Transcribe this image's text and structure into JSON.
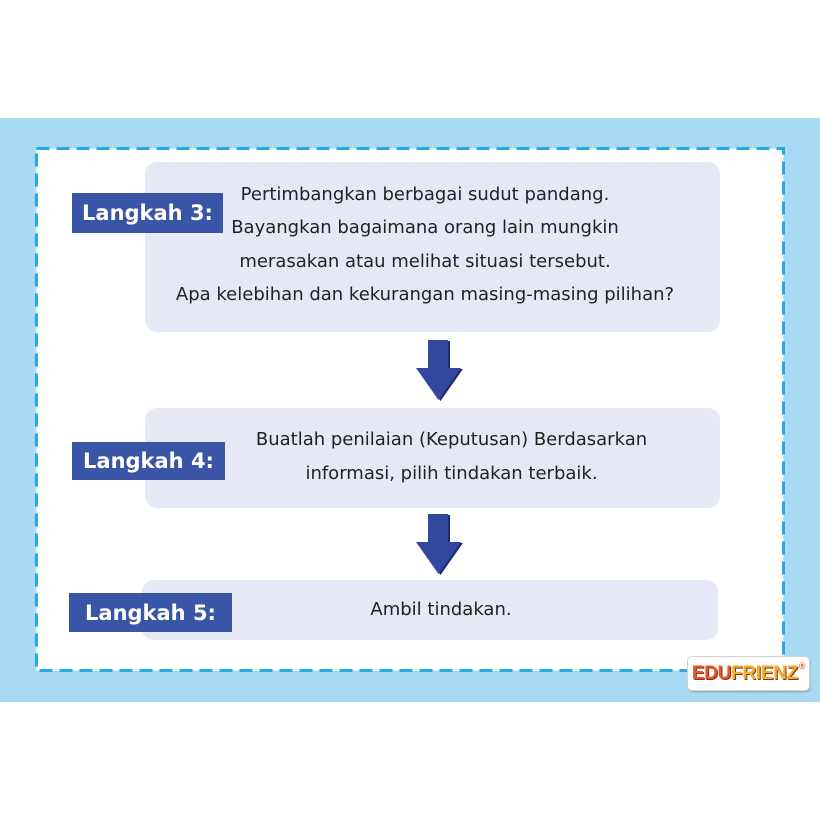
{
  "colors": {
    "band": "#a8daf3",
    "frame": "#2aa8e1",
    "box": "#e6e9f5",
    "label": "#3a55a6",
    "arrow": "#33479f",
    "arrow_shade": "#1d2b74",
    "text": "#222222",
    "logo_primary": "#e8532b",
    "logo_secondary": "#f6ad2c"
  },
  "icons": {
    "arrow": "arrow-down-icon"
  },
  "steps": [
    {
      "label": "Langkah 3:",
      "lines": [
        "Pertimbangkan berbagai sudut pandang.",
        "Bayangkan bagaimana orang lain mungkin",
        "merasakan atau melihat situasi tersebut.",
        "Apa kelebihan dan kekurangan masing-masing pilihan?"
      ]
    },
    {
      "label": "Langkah 4:",
      "lines": [
        "Buatlah penilaian (Keputusan) Berdasarkan",
        "informasi, pilih tindakan terbaik."
      ]
    },
    {
      "label": "Langkah 5:",
      "lines": [
        "Ambil tindakan."
      ]
    }
  ],
  "logo": {
    "part1": "EDU",
    "part2": "FRIENZ",
    "mark": "®"
  }
}
